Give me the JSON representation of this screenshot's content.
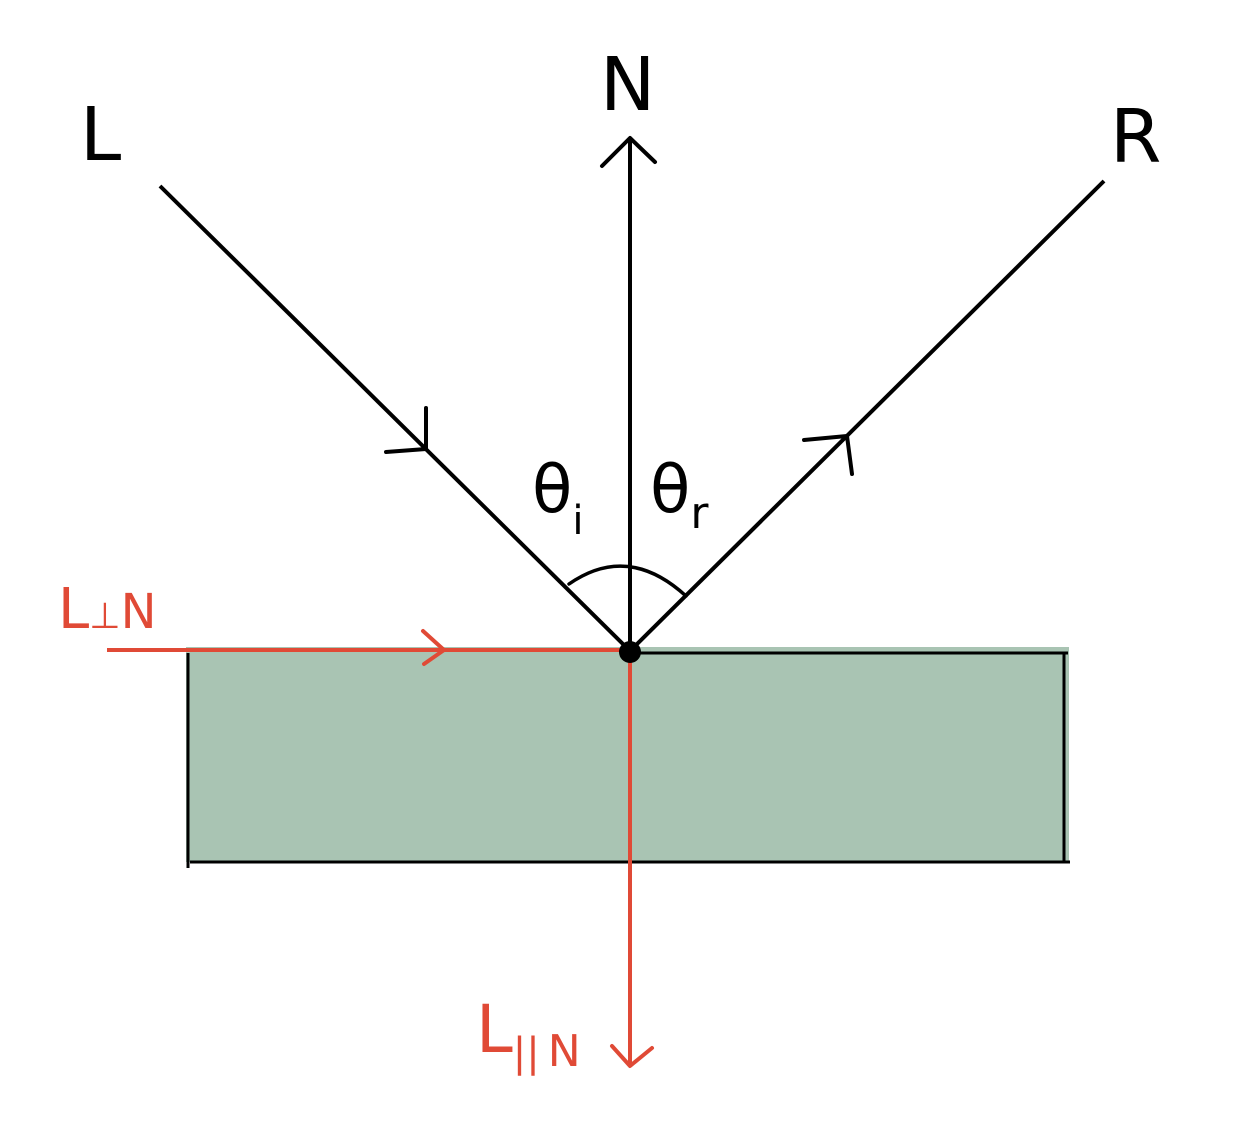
{
  "labels": {
    "L": "L",
    "N": "N",
    "R": "R",
    "theta_i": "θ",
    "theta_i_sub": "i",
    "theta_r": "θ",
    "theta_r_sub": "r",
    "l_perp": "L",
    "l_perp_sym": "⊥",
    "l_perp_sub": "N",
    "l_par": "L",
    "l_par_sym": "||",
    "l_par_sub": "N"
  },
  "colors": {
    "ink": "#000000",
    "red": "#e04a36",
    "surface": "#a9c4b3"
  }
}
